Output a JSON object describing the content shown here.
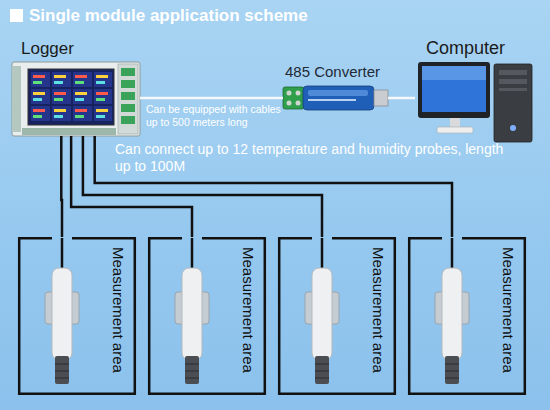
{
  "diagram": {
    "title": "Single module application scheme",
    "nodes": [
      {
        "text": [
          "Logger"
        ]
      },
      {
        "text": [
          "485 Converter"
        ]
      },
      {
        "text": [
          "Computer"
        ]
      },
      {
        "text": [
          "Measurement area"
        ]
      },
      {
        "text": [
          "Measurement area"
        ]
      },
      {
        "text": [
          "Measurement area"
        ]
      },
      {
        "text": [
          "Measurement area"
        ]
      }
    ],
    "edges": [
      {
        "from": 0,
        "to": 1,
        "label": "Can be equipped with cables up to 500 meters long",
        "arrow": "none"
      },
      {
        "from": 1,
        "to": 2,
        "arrow": "none"
      },
      {
        "from": 0,
        "to": 3,
        "arrow": "none"
      },
      {
        "from": 0,
        "to": 4,
        "arrow": "none"
      },
      {
        "from": 0,
        "to": 5,
        "arrow": "none"
      },
      {
        "from": 0,
        "to": 6,
        "arrow": "none"
      }
    ],
    "labels": [
      "Can connect up to 12 temperature and humidity probes, length up to 100M"
    ]
  }
}
